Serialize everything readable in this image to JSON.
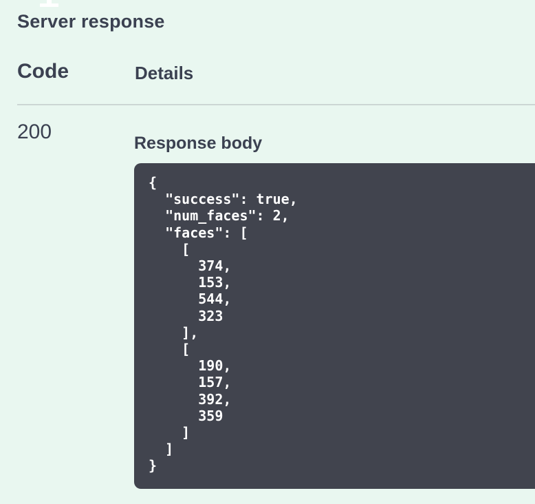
{
  "artifacts": {
    "top_glyph": "partial-white-digit-1"
  },
  "server_response": {
    "title": "Server response",
    "columns": {
      "code": "Code",
      "details": "Details"
    },
    "row": {
      "status_code": "200",
      "body_label": "Response body",
      "body_text": "{\n  \"success\": true,\n  \"num_faces\": 2,\n  \"faces\": [\n    [\n      374,\n      153,\n      544,\n      323\n    ],\n    [\n      190,\n      157,\n      392,\n      359\n    ]\n  ]\n}",
      "body_data": {
        "success": true,
        "num_faces": 2,
        "faces": [
          [
            374,
            153,
            544,
            323
          ],
          [
            190,
            157,
            392,
            359
          ]
        ]
      }
    }
  },
  "colors": {
    "background": "#e9f7f0",
    "text": "#3b4151",
    "divider": "#ccd6d4",
    "code_background": "#41444e",
    "code_text": "#ffffff"
  }
}
